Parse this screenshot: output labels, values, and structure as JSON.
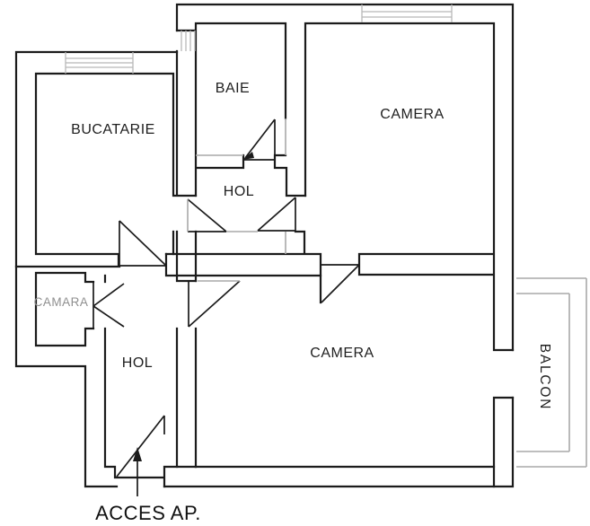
{
  "floor_plan": {
    "background": "#ffffff",
    "wall_color": "#1b1b1b",
    "light_line_color": "#a9a9a9",
    "rooms": {
      "bucatarie": "BUCATARIE",
      "baie": "BAIE",
      "camera_top": "CAMERA",
      "hol_upper": "HOL",
      "camara": "CAMARA",
      "hol_lower": "HOL",
      "camera_bottom": "CAMERA",
      "balcon": "BALCON"
    },
    "entrance_label": "ACCES AP."
  }
}
